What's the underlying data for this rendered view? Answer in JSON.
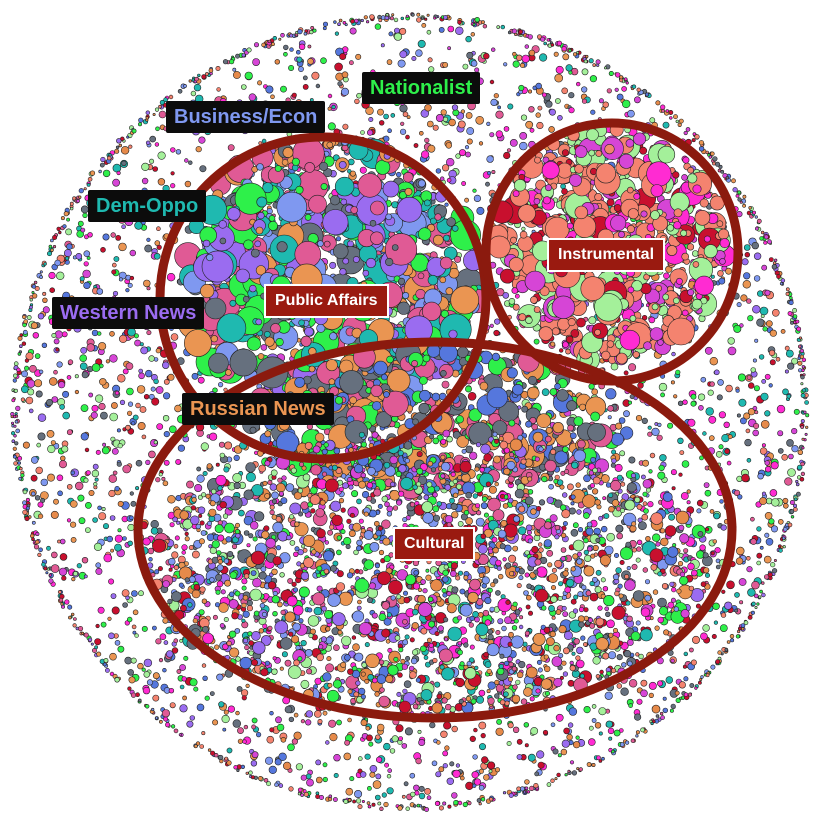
{
  "legend": {
    "nationalist": {
      "label": "Nationalist",
      "color": "#2ef04a"
    },
    "business_econ": {
      "label": "Business/Econ",
      "color": "#7f98f0"
    },
    "dem_oppo": {
      "label": "Dem-Oppo",
      "color": "#1fb9b0"
    },
    "western_news": {
      "label": "Western News",
      "color": "#9a6cf0"
    },
    "russian_news": {
      "label": "Russian News",
      "color": "#ea9552"
    }
  },
  "regions": {
    "public_affairs": {
      "label": "Public Affairs"
    },
    "instrumental": {
      "label": "Instrumental"
    },
    "cultural": {
      "label": "Cultural"
    }
  },
  "colors": {
    "region_outline": "#8b1a0e",
    "instrumental_nodes": [
      "#f4836f",
      "#d645d6",
      "#ff2bd2",
      "#a4f09a",
      "#c8102e"
    ],
    "cultural_nodes": [
      "#66707e",
      "#e05a95",
      "#e68a4a",
      "#5577dd"
    ]
  }
}
